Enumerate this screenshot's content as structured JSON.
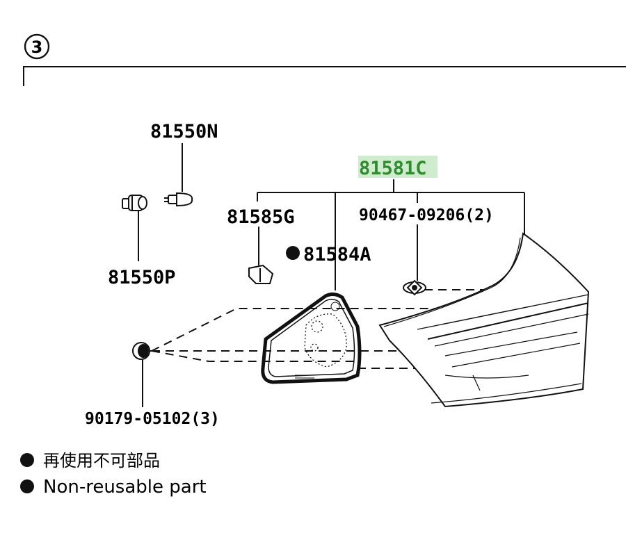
{
  "section_number": "3",
  "parts": {
    "p81550N": "81550N",
    "p81550P": "81550P",
    "p81585G": "81585G",
    "p81584A": "81584A",
    "p81581C": "81581C",
    "p90467": "90467-09206(2)",
    "p90179": "90179-05102(3)"
  },
  "legend": {
    "marker": "●",
    "jp": "再使用不可部品",
    "en": "Non-reusable part"
  },
  "colors": {
    "line": "#111111",
    "highlight": "#2e8b2e",
    "highlight_bg": "#cfeccf"
  }
}
